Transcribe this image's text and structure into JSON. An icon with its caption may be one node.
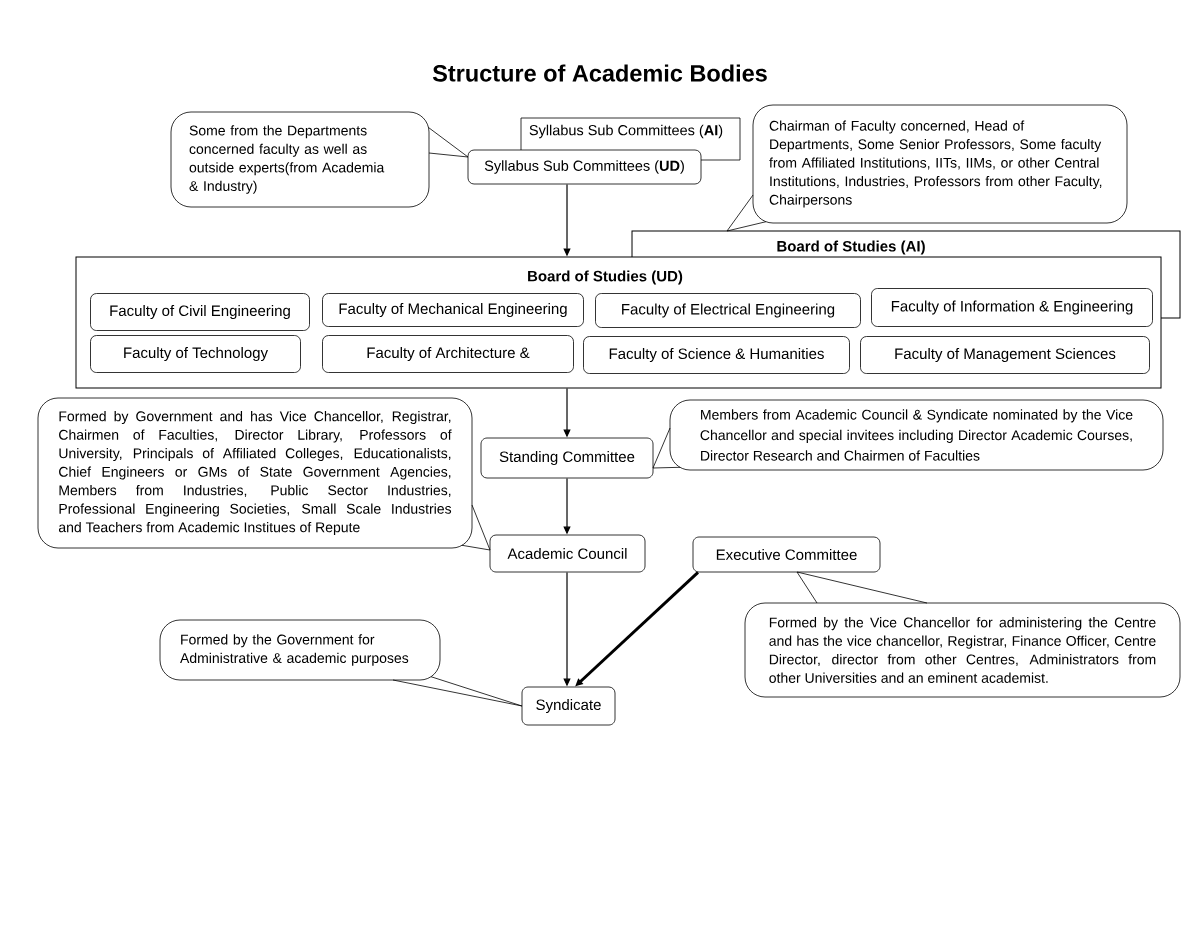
{
  "diagram": {
    "title": "Structure of Academic Bodies",
    "nodes": [
      {
        "text": [
          "Some from the Departments concerned faculty as well as outside experts(from Academia & Industry)"
        ]
      },
      {
        "text": [
          "Syllabus Sub Committees (**AI**)"
        ]
      },
      {
        "text": [
          "Syllabus Sub Committees (**UD**)"
        ]
      },
      {
        "text": [
          "Chairman of Faculty concerned, Head of Departments, Some Senior Professors, Some faculty from Affiliated Institutions, IITs, IIMs, or other Central Institutions, Industries, Professors from other Faculty, Chairpersons"
        ]
      },
      {
        "text": [
          "Board of Studies (AI)"
        ]
      },
      {
        "text": [
          "Board of Studies (UD)"
        ]
      },
      {
        "text": [
          "Faculty of Civil Engineering"
        ],
        "in": 5
      },
      {
        "text": [
          "Faculty of Mechanical Engineering"
        ],
        "in": 5
      },
      {
        "text": [
          "Faculty of Electrical Engineering"
        ],
        "in": 5
      },
      {
        "text": [
          "Faculty of Information & Engineering"
        ],
        "in": 5
      },
      {
        "text": [
          "Faculty of Technology"
        ],
        "in": 5
      },
      {
        "text": [
          "Faculty of Architecture &"
        ],
        "in": 5
      },
      {
        "text": [
          "Faculty of Science & Humanities"
        ],
        "in": 5
      },
      {
        "text": [
          "Faculty of Management Sciences"
        ],
        "in": 5
      },
      {
        "text": [
          "Formed by Government and has Vice Chancellor, Registrar, Chairmen of Faculties, Director Library, Professors of University, Principals of Affiliated Colleges, Educationalists, Chief Engineers or GMs of State Government Agencies, Members from Industries, Public Sector Industries, Professional Engineering Societies, Small Scale Industries and Teachers from Academic Institues of Repute"
        ]
      },
      {
        "text": [
          "Standing Committee"
        ]
      },
      {
        "text": [
          "Members from Academic Council & Syndicate nominated by the Vice Chancellor and special invitees including Director Academic Courses, Director Research and Chairmen of Faculties"
        ]
      },
      {
        "text": [
          "Academic Council"
        ]
      },
      {
        "text": [
          "Executive Committee"
        ]
      },
      {
        "text": [
          "Formed by the Vice Chancellor for administering the Centre and has the vice chancellor, Registrar, Finance Officer, Centre Director, director from other Centres, Administrators from other Universities and an eminent academist."
        ]
      },
      {
        "text": [
          "Formed by the Government for Administrative & academic purposes"
        ]
      },
      {
        "text": [
          "Syndicate"
        ]
      }
    ],
    "edges": [
      {
        "from": 2,
        "to": 5,
        "arrow": "to"
      },
      {
        "from": 5,
        "to": 15,
        "arrow": "to"
      },
      {
        "from": 15,
        "to": 17,
        "arrow": "to"
      },
      {
        "from": 17,
        "to": 21,
        "arrow": "to"
      },
      {
        "from": 18,
        "to": 21,
        "arrow": "to",
        "style": "thick"
      },
      {
        "from": 0,
        "to": 2,
        "arrow": "none"
      },
      {
        "from": 3,
        "to": 4,
        "arrow": "none"
      },
      {
        "from": 14,
        "to": 17,
        "arrow": "none"
      },
      {
        "from": 16,
        "to": 15,
        "arrow": "none"
      },
      {
        "from": 19,
        "to": 18,
        "arrow": "none"
      },
      {
        "from": 20,
        "to": 21,
        "arrow": "none"
      }
    ]
  }
}
